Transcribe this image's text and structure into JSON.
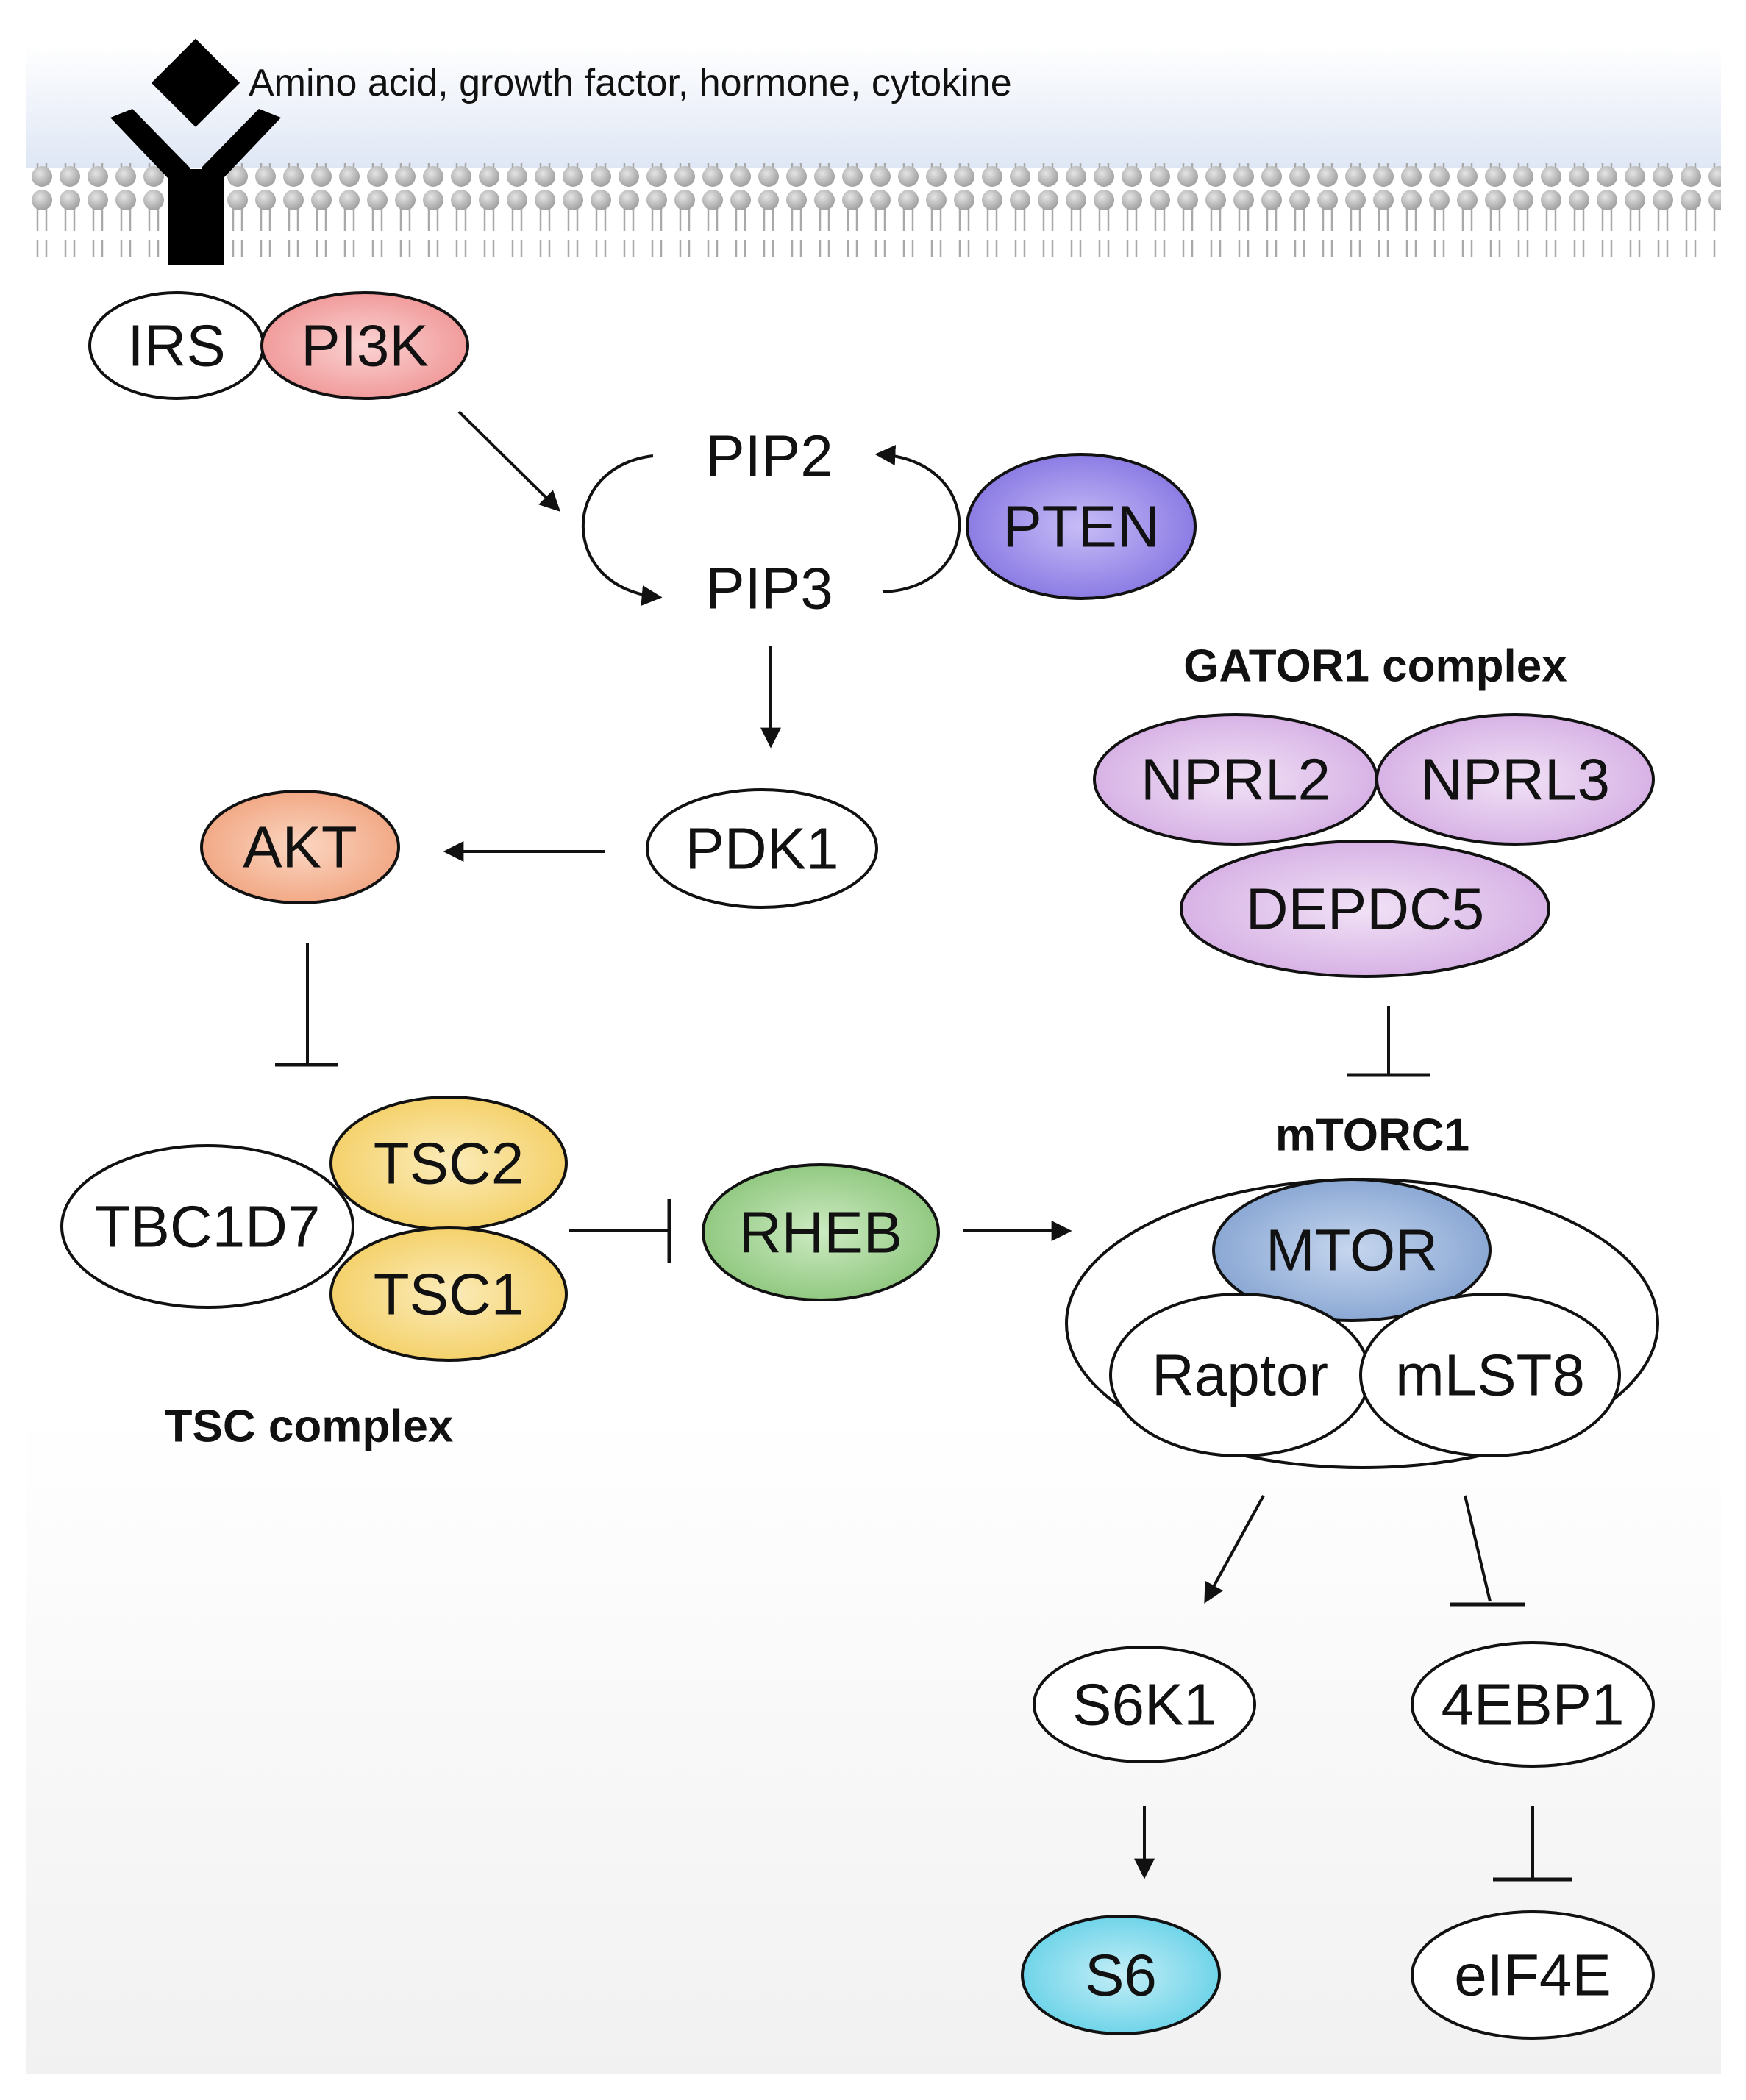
{
  "extracellular_label": "Amino acid, growth factor, hormone, cytokine",
  "complex_titles": {
    "gator1": "GATOR1 complex",
    "mtorc1": "mTORC1",
    "tsc": "TSC complex"
  },
  "nodes": {
    "irs": "IRS",
    "pi3k": "PI3K",
    "pip2": "PIP2",
    "pip3": "PIP3",
    "pten": "PTEN",
    "pdk1": "PDK1",
    "akt": "AKT",
    "nprl2": "NPRL2",
    "nprl3": "NPRL3",
    "depdc5": "DEPDC5",
    "tbc1d7": "TBC1D7",
    "tsc2": "TSC2",
    "tsc1": "TSC1",
    "rheb": "RHEB",
    "mtor": "MTOR",
    "raptor": "Raptor",
    "mlst8": "mLST8",
    "s6k1": "S6K1",
    "4ebp1": "4EBP1",
    "s6": "S6",
    "eif4e": "eIF4E"
  },
  "edges": [
    {
      "from": "pi3k",
      "to": "pip2-pip3",
      "type": "activation"
    },
    {
      "from": "pip2",
      "to": "pip3",
      "type": "conversion"
    },
    {
      "from": "pten",
      "to": "pip2",
      "type": "conversion"
    },
    {
      "from": "pip3",
      "to": "pdk1",
      "type": "activation"
    },
    {
      "from": "pdk1",
      "to": "akt",
      "type": "activation"
    },
    {
      "from": "akt",
      "to": "tsc-complex",
      "type": "inhibition"
    },
    {
      "from": "gator1-complex",
      "to": "mtorc1",
      "type": "inhibition"
    },
    {
      "from": "tsc-complex",
      "to": "rheb",
      "type": "inhibition"
    },
    {
      "from": "rheb",
      "to": "mtorc1",
      "type": "activation"
    },
    {
      "from": "mtorc1",
      "to": "s6k1",
      "type": "activation"
    },
    {
      "from": "mtorc1",
      "to": "4ebp1",
      "type": "inhibition"
    },
    {
      "from": "s6k1",
      "to": "s6",
      "type": "activation"
    },
    {
      "from": "4ebp1",
      "to": "eif4e",
      "type": "inhibition"
    }
  ],
  "colors": {
    "pi3k": "#f4a3a3",
    "pten": "#8f7fe6",
    "akt": "#f5b08f",
    "gator1": "#dcbbe8",
    "tsc": "#f7d77a",
    "rheb": "#9dcf8e",
    "mtor": "#8eacd6",
    "s6": "#7fd8ea",
    "extracellular": "#e8eef8",
    "membrane_head": "#b8b8b8"
  }
}
